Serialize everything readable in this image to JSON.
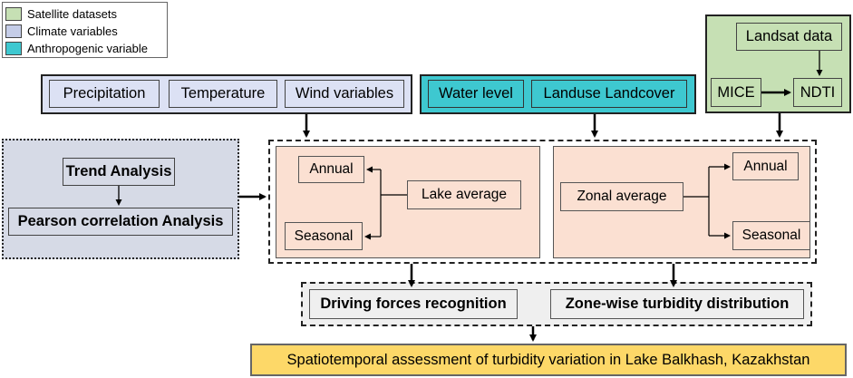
{
  "legend": {
    "items": [
      {
        "label": "Satellite datasets",
        "color": "#c6e0b4"
      },
      {
        "label": "Climate variables",
        "color": "#c5cde8"
      },
      {
        "label": "Anthropogenic variable",
        "color": "#3ec8d0"
      }
    ]
  },
  "climate": {
    "items": [
      "Precipitation",
      "Temperature",
      "Wind variables"
    ],
    "color": "#dce1f4"
  },
  "anthropogenic": {
    "items": [
      "Water level",
      "Landuse Landcover"
    ],
    "color": "#3ec8d0"
  },
  "satellite": {
    "landsat": "Landsat data",
    "mice": "MICE",
    "ndti": "NDTI",
    "color": "#c6e0b4"
  },
  "statistics": {
    "trend": "Trend Analysis",
    "pearson": "Pearson correlation Analysis",
    "color": "#d6dae6"
  },
  "lake": {
    "annual": "Annual",
    "seasonal": "Seasonal",
    "average": "Lake average",
    "color": "#fbe0d2"
  },
  "zonal": {
    "annual": "Annual",
    "seasonal": "Seasonal",
    "average": "Zonal average"
  },
  "outputs": {
    "driving": "Driving forces recognition",
    "zonewise": "Zone-wise turbidity distribution"
  },
  "final": {
    "label": "Spatiotemporal assessment of turbidity variation in Lake Balkhash, Kazakhstan",
    "color": "#fdd868"
  }
}
